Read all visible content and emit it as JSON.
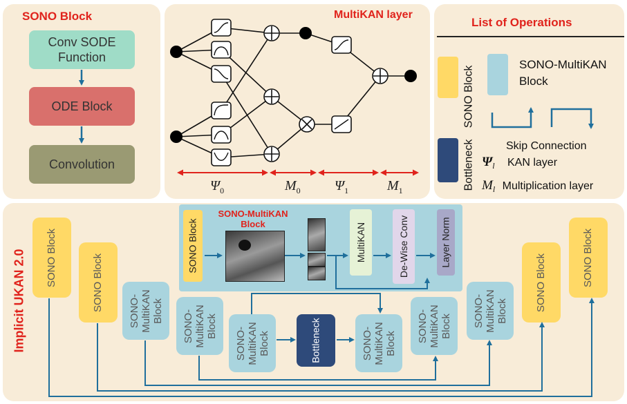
{
  "sono_block": {
    "title": "SONO Block",
    "steps": [
      "Conv SODE Function",
      "ODE Block",
      "Convolution"
    ],
    "colors": [
      "#9fdcc7",
      "#d9706c",
      "#9a9a73"
    ]
  },
  "multikan": {
    "title": "MultiKAN layer",
    "spans": [
      {
        "label": "Ψ",
        "sub": "0"
      },
      {
        "label": "M",
        "sub": "0"
      },
      {
        "label": "Ψ",
        "sub": "1"
      },
      {
        "label": "M",
        "sub": "1"
      }
    ]
  },
  "operations": {
    "title": "List of Operations",
    "sono_block_label": "SONO Block",
    "bottleneck_label": "Bottleneck",
    "sono_multikan_label_line1": "SONO-MultiKAN",
    "sono_multikan_label_line2": "Block",
    "skip_label": "Skip Connection",
    "kan_symbol": "Ψ",
    "kan_sub": "l",
    "kan_label": "KAN layer",
    "mult_symbol": "M",
    "mult_sub": "l",
    "mult_label": "Multiplication layer",
    "colors": {
      "sono": "#ffd966",
      "sono_multikan": "#a9d4de",
      "bottleneck": "#2e4a7a"
    }
  },
  "architecture": {
    "title": "Implicit UKAN 2.0",
    "sono_block": "SONO Block",
    "sono_multikan_block": "SONO-\nMultiKAN\nBlock",
    "bottleneck": "Bottleneck",
    "detail": {
      "title_line1": "SONO-MultiKAN",
      "title_line2": "Block",
      "sono_block": "SONO Block",
      "multikan": "MultiKAN",
      "dewise_conv": "De-Wise Conv",
      "layer_norm": "Layer Norm"
    }
  }
}
